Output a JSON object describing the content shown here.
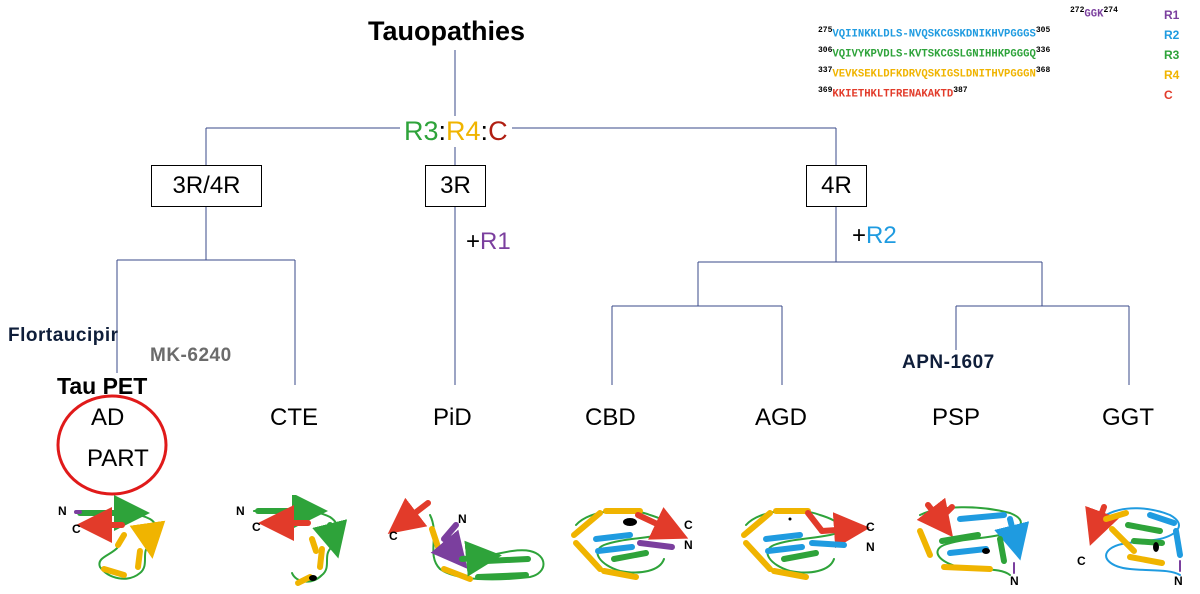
{
  "title": "Tauopathies",
  "ratio": {
    "r3": "R3",
    "sep1": ":",
    "r4": "R4",
    "sep2": ":",
    "c": "C"
  },
  "colors": {
    "R1": "#7b3f9e",
    "R2": "#1f9be0",
    "R3": "#2ea33a",
    "R4": "#f0b400",
    "C": "#e23b2a",
    "Cdark": "#b01e12",
    "line": "#3a4a8a",
    "tracer_dark": "#0f1e3a",
    "tracer_gray": "#6b6b6b",
    "circle": "#e01a1a"
  },
  "boxes": {
    "mixed": "3R/4R",
    "three": "3R",
    "four": "4R"
  },
  "additions": {
    "r1": {
      "plus": "+",
      "label": "R1"
    },
    "r2": {
      "plus": "+",
      "label": "R2"
    }
  },
  "diseases": {
    "ad": "AD",
    "part": "PART",
    "cte": "CTE",
    "pid": "PiD",
    "cbd": "CBD",
    "agd": "AGD",
    "psp": "PSP",
    "ggt": "GGT"
  },
  "tracers": {
    "flortaucipir": "Flortaucipir",
    "mk6240": "MK-6240",
    "taupet": "Tau PET",
    "apn1607": "APN-1607"
  },
  "sequences": [
    {
      "start": "272",
      "seq": "GGK",
      "end": "274",
      "label": "R1"
    },
    {
      "start": "275",
      "seq": "VQIINKKLDLS-NVQSKCGSKDNIKHVPGGGS",
      "end": "305",
      "label": "R2"
    },
    {
      "start": "306",
      "seq": "VQIVYKPVDLS-KVTSKCGSLGNIHHKPGGGQ",
      "end": "336",
      "label": "R3"
    },
    {
      "start": "337",
      "seq": "VEVKSEKLDFKDRVQSKIGSLDNITHVPGGGN",
      "end": "368",
      "label": "R4"
    },
    {
      "start": "369",
      "seq": "KKIETHKLTFRENAKAKTD",
      "end": "387",
      "label": "C"
    }
  ],
  "fold_labels": {
    "ad": {
      "n": "N",
      "c": "C"
    },
    "cte": {
      "n": "N",
      "c": "C"
    },
    "pid": {
      "c": "C",
      "n": "N"
    },
    "cbd": {
      "c": "C",
      "n": "N"
    },
    "agd": {
      "c": "C",
      "n": "N"
    },
    "psp": {
      "n": "N"
    },
    "ggt": {
      "c": "C",
      "n": "N"
    }
  }
}
